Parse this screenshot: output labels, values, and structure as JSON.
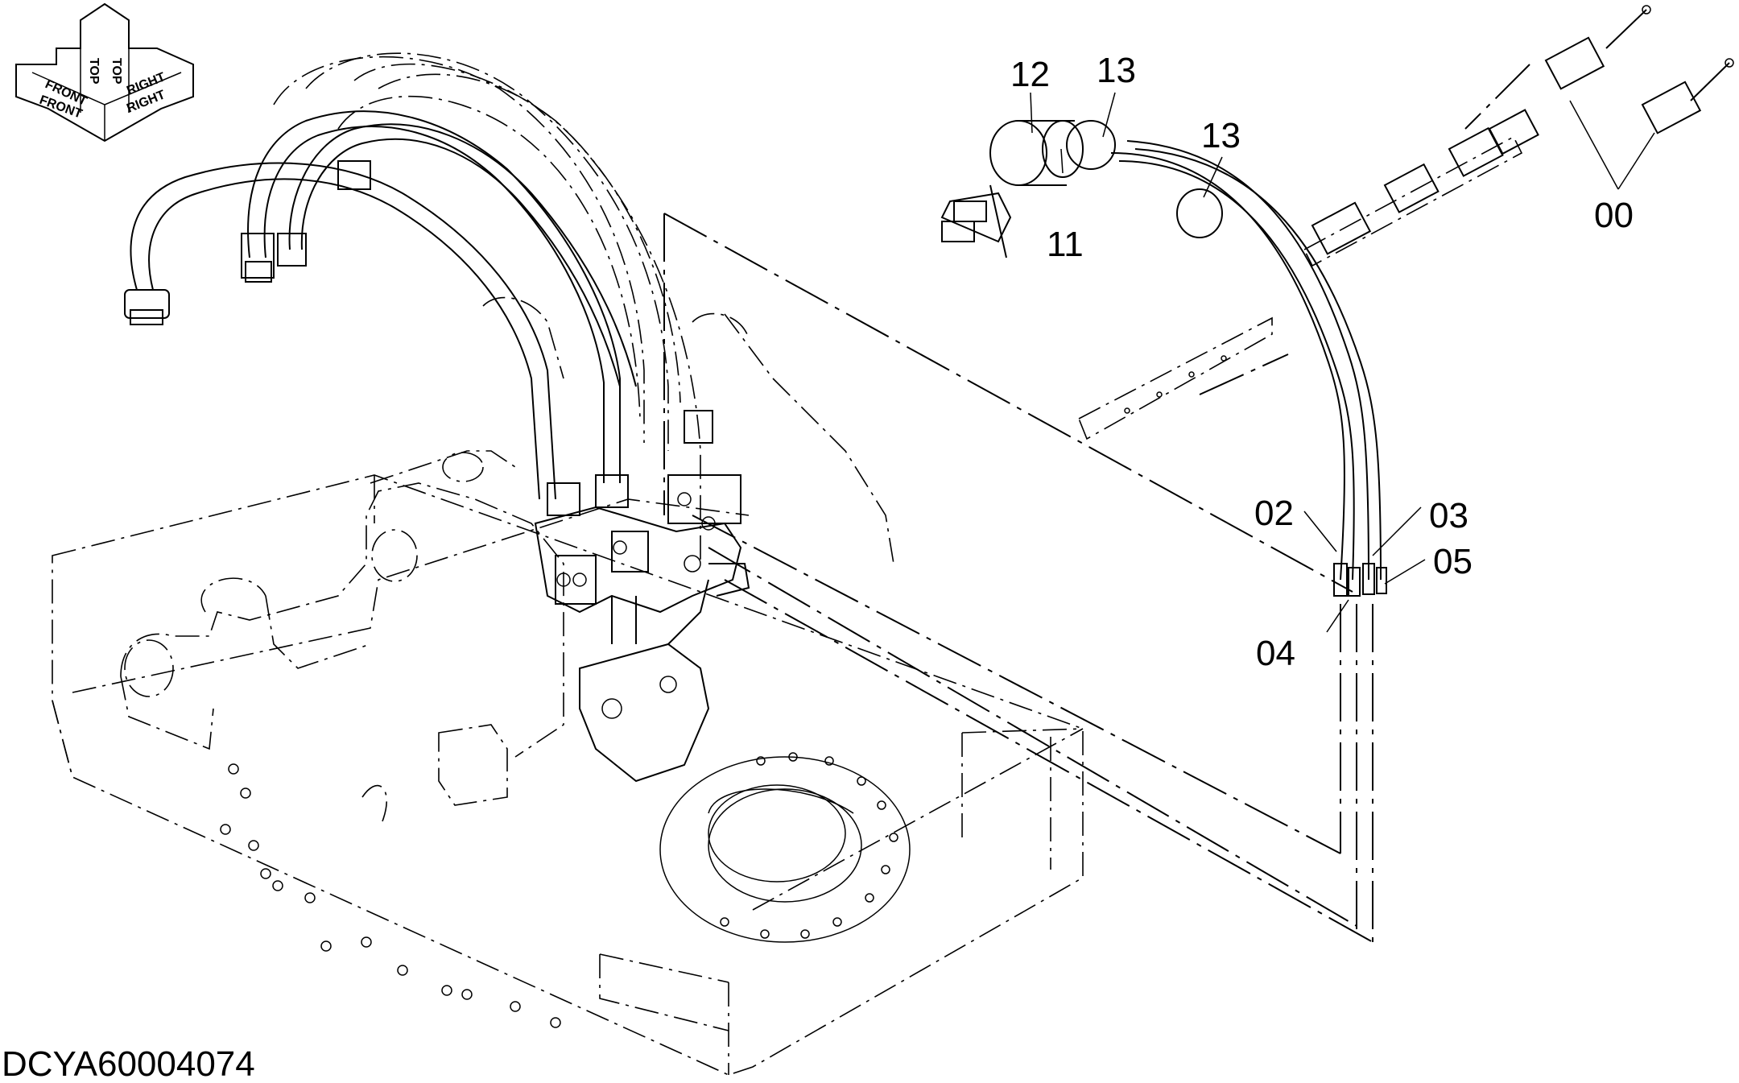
{
  "drawing_code": "DCYA60004074",
  "orientation_labels": {
    "front": "FRONT",
    "front_rotated": "FRONT",
    "top": "TOP",
    "top_rotated": "TOP",
    "right": "RIGHT",
    "right_rotated": "RIGHT"
  },
  "callouts": {
    "p00": "00",
    "p02": "02",
    "p03": "03",
    "p04": "04",
    "p05": "05",
    "p11": "11",
    "p12": "12",
    "p13a": "13",
    "p13b": "13"
  }
}
